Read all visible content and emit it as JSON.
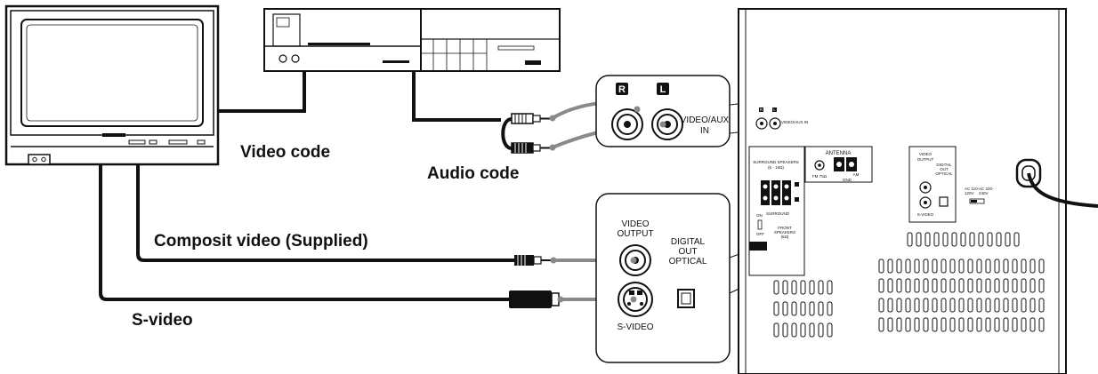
{
  "cables": {
    "video_code": "Video code",
    "audio_code": "Audio code",
    "composite_video": "Composit video (Supplied)",
    "s_video": "S-video"
  },
  "inset_aux": {
    "right_badge": "R",
    "left_badge": "L",
    "jack_label_line1": "VIDEO/AUX",
    "jack_label_line2": "IN"
  },
  "inset_output": {
    "video_output_line1": "VIDEO",
    "video_output_line2": "OUTPUT",
    "digital_line1": "DIGITAL",
    "digital_line2": "OUT",
    "digital_line3": "OPTICAL",
    "s_video_label": "S-VIDEO"
  },
  "rear_panel": {
    "aux_small_label": "VIDEO/AUX IN",
    "r_badge": "R",
    "l_badge": "L",
    "antenna_label": "ANTENNA",
    "fm_label": "FM 75Ω",
    "am_label": "AM",
    "gnd_label": "GND",
    "surround_speakers_line1": "SURROUND SPEAKERS",
    "surround_speakers_line2": "(6 - 16Ω)",
    "surround_label": "SURROUND",
    "on_label": "ON",
    "off_label": "OFF",
    "front_speakers_line1": "FRONT",
    "front_speakers_line2": "SPEAKERS",
    "front_speakers_line3": "(6Ω)",
    "video_output_line1": "VIDEO",
    "video_output_line2": "OUTPUT",
    "digital_line1": "DIGITAL",
    "digital_line2": "OUT",
    "digital_line3": "OPTICAL",
    "s_video_label": "S-VIDEO",
    "ac_110_line1": "AC 110-",
    "ac_110_line2": "120V",
    "ac_220_line1": "AC 220-",
    "ac_220_line2": "240V"
  },
  "colors": {
    "line": "#111111",
    "cable_gray": "#8a8a8a",
    "background": "#ffffff"
  }
}
